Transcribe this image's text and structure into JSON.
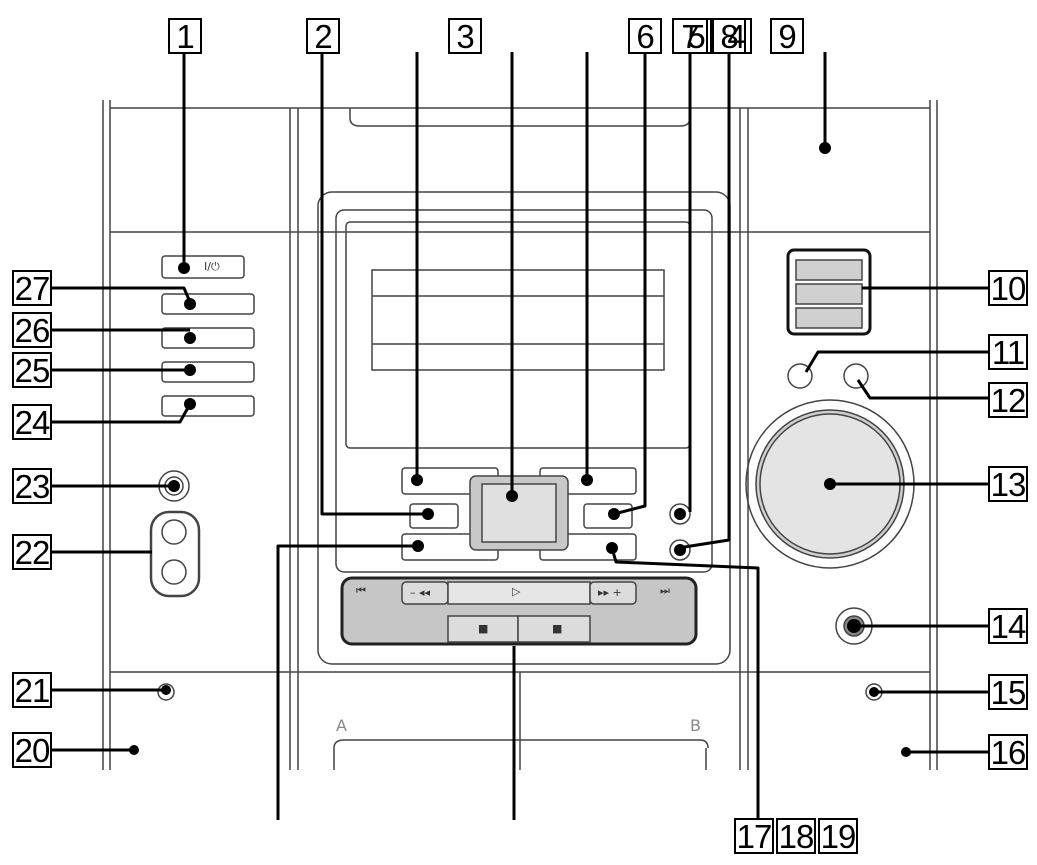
{
  "callouts": {
    "c1": "1",
    "c2": "2",
    "c3": "3",
    "c4": "4",
    "c5": "5",
    "c6": "6",
    "c7": "7",
    "c8": "8",
    "c9": "9",
    "c10": "10",
    "c11": "11",
    "c12": "12",
    "c13": "13",
    "c14": "14",
    "c15": "15",
    "c16": "16",
    "c17": "17",
    "c18": "18",
    "c19": "19",
    "c20": "20",
    "c21": "21",
    "c22": "22",
    "c23": "23",
    "c24": "24",
    "c25": "25",
    "c26": "26",
    "c27": "27"
  },
  "panel": {
    "power_symbol": "I/⏻",
    "deck_a": "A",
    "deck_b": "B"
  },
  "transport": {
    "prev": "⏮",
    "rew": "– ◂◂",
    "play": "▷",
    "ff": "▸▸ +",
    "next": "⏭",
    "stop_a": "■",
    "stop_b": "■"
  }
}
